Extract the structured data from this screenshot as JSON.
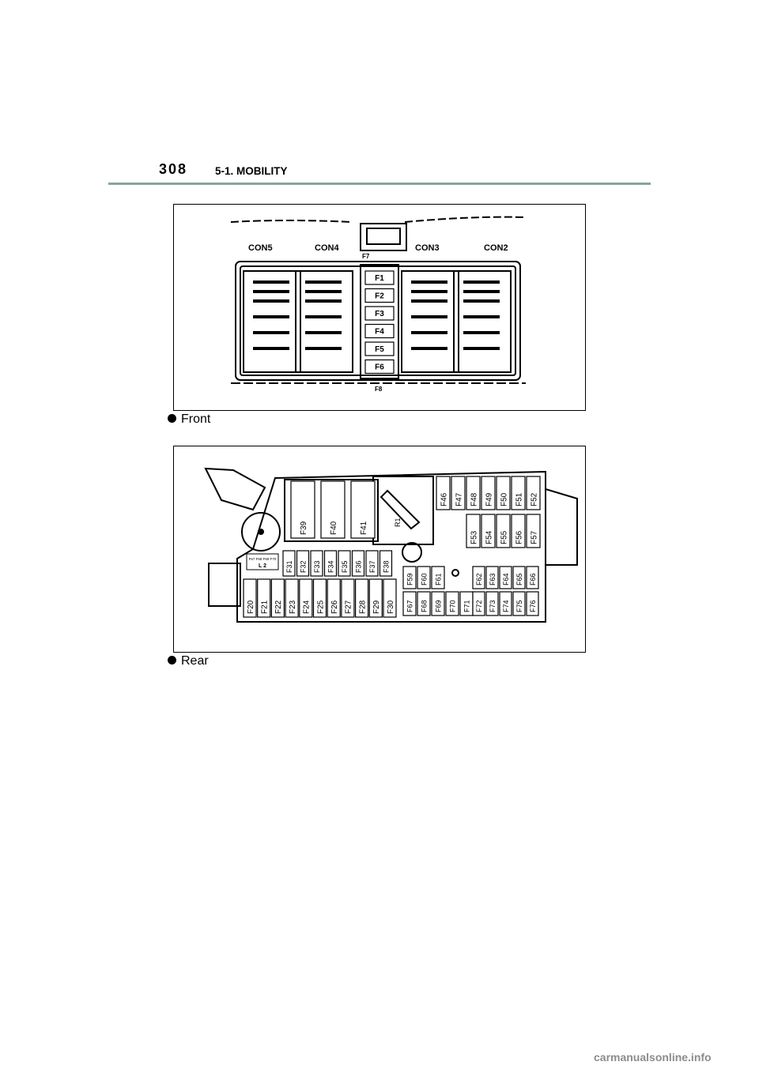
{
  "header": {
    "page_number": "308",
    "section_title": "5-1. MOBILITY"
  },
  "front_figure": {
    "connectors": [
      "CON5",
      "CON4",
      "CON3",
      "CON2"
    ],
    "top_label": "F7",
    "bottom_label": "F8",
    "fuses": [
      "F1",
      "F2",
      "F3",
      "F4",
      "F5",
      "F6"
    ],
    "caption": "Front"
  },
  "rear_figure": {
    "caption": "Rear",
    "relay": "R1",
    "label_plate": [
      "F67 F68 F69 F70",
      "L 2"
    ],
    "big_fuses": [
      "F39",
      "F40",
      "F41"
    ],
    "top_right_fuses": [
      "F46",
      "F47",
      "F48",
      "F49",
      "F50",
      "F51",
      "F52"
    ],
    "mid_right_fuses": [
      "F53",
      "F54",
      "F55",
      "F56",
      "F57"
    ],
    "mini_fuses_upper": [
      "F31",
      "F32",
      "F33",
      "F34",
      "F35",
      "F36",
      "F37",
      "F38"
    ],
    "fuses_59_61": [
      "F59",
      "F60",
      "F61"
    ],
    "fuses_62_66": [
      "F62",
      "F63",
      "F64",
      "F65",
      "F66"
    ],
    "bottom_left_fuses": [
      "F20",
      "F21",
      "F22",
      "F23",
      "F24",
      "F25",
      "F26",
      "F27",
      "F28",
      "F29",
      "F30"
    ],
    "bottom_mid_fuses": [
      "F67",
      "F68",
      "F69",
      "F70",
      "F71"
    ],
    "bottom_right_fuses": [
      "F72",
      "F73",
      "F74",
      "F75",
      "F76"
    ]
  },
  "watermark": "carmanualsonline.info"
}
